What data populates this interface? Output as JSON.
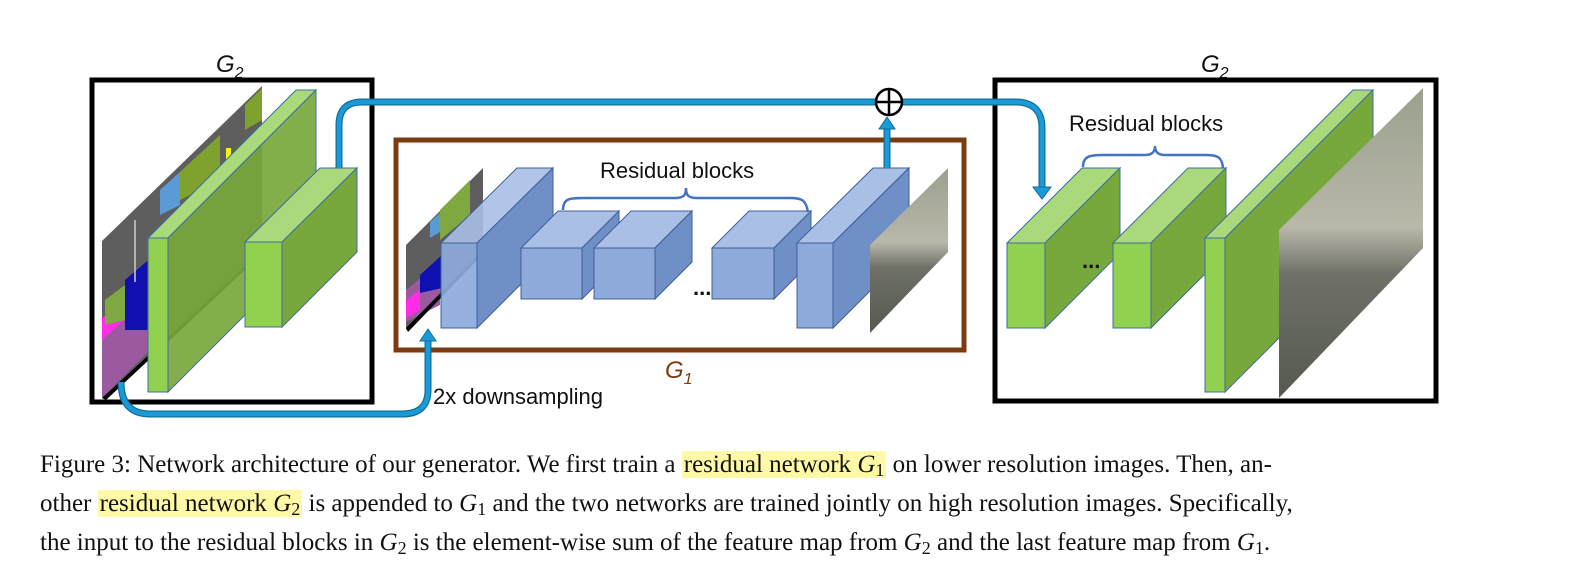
{
  "figure": {
    "left_generator_label": "G",
    "left_generator_sub": "2",
    "right_generator_label": "G",
    "right_generator_sub": "2",
    "inner_generator_label": "G",
    "inner_generator_sub": "1",
    "residual_blocks_label_g1": "Residual blocks",
    "residual_blocks_label_g2": "Residual blocks",
    "ellipsis_g1": "...",
    "ellipsis_g2": "...",
    "downsampling_label": "2x downsampling",
    "sum_operator": "element-wise sum",
    "colors": {
      "g2_frame": "#000000",
      "g1_frame": "#7a3b10",
      "g1_label": "#7a3b10",
      "blue_block_front": "#8eaadb",
      "blue_block_side": "#6f8fc6",
      "blue_block_top": "#a9bfe6",
      "green_block_front": "#92d050",
      "green_block_side": "#77a83c",
      "green_block_top": "#a9d97a",
      "arrow": "#1b9ad6",
      "brace": "#4472c4"
    }
  },
  "caption": {
    "line1_pre": "Figure 3: Network architecture of our generator. We first train a ",
    "line1_hl_text": "residual network ",
    "line1_hl_math": "G",
    "line1_hl_sub": "1",
    "line1_post": " on lower resolution images. Then, an-",
    "line2_pre": "other ",
    "line2_hl_text": "residual network ",
    "line2_hl_math": "G",
    "line2_hl_sub": "2",
    "line2_mid1": " is appended to ",
    "line2_math": "G",
    "line2_sub": "1",
    "line2_post": " and the two networks are trained jointly on high resolution images. Specifically,",
    "line3_pre": "the input to the residual blocks in ",
    "line3_math1": "G",
    "line3_sub1": "2",
    "line3_mid": " is the element-wise sum of the feature map from ",
    "line3_math2": "G",
    "line3_sub2": "2",
    "line3_mid2": " and the last feature map from ",
    "line3_math3": "G",
    "line3_sub3": "1",
    "line3_post": "."
  }
}
